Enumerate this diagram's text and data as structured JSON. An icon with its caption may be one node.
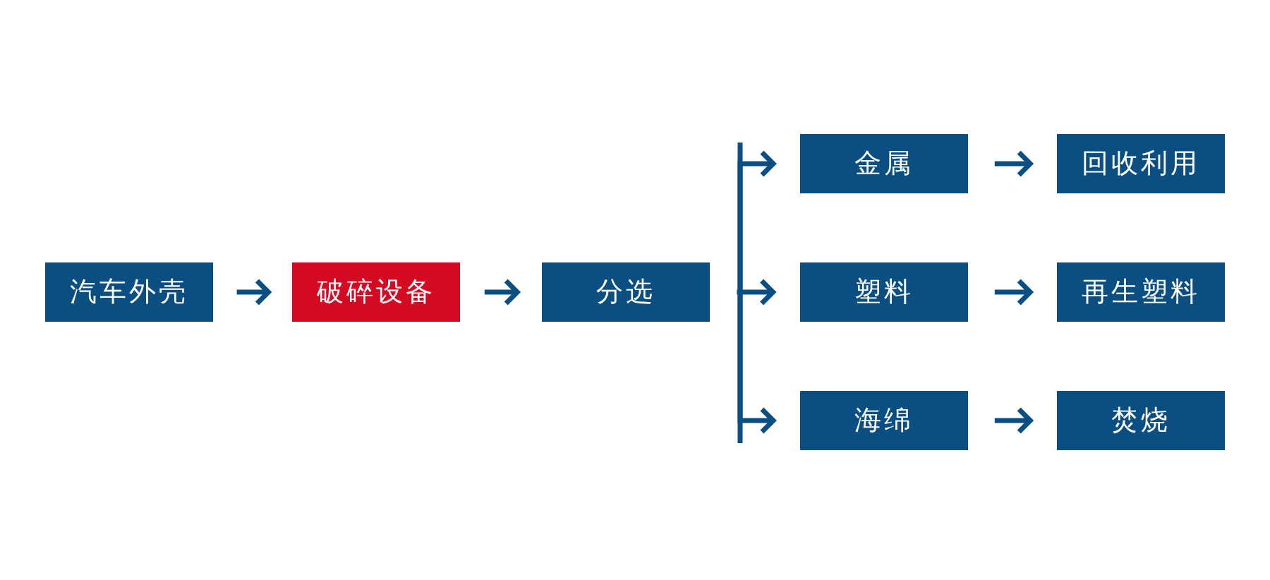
{
  "diagram": {
    "nodes": [
      {
        "text": [
          "汽车外壳"
        ]
      },
      {
        "text": [
          "破碎设备"
        ]
      },
      {
        "text": [
          "分选"
        ]
      },
      {
        "text": [
          "金属"
        ]
      },
      {
        "text": [
          "回收利用"
        ]
      },
      {
        "text": [
          "塑料"
        ]
      },
      {
        "text": [
          "再生塑料"
        ]
      },
      {
        "text": [
          "海绵"
        ]
      },
      {
        "text": [
          "焚烧"
        ]
      }
    ],
    "edges": [
      {
        "from": 0,
        "to": 1,
        "arrow": "to"
      },
      {
        "from": 1,
        "to": 2,
        "arrow": "to"
      },
      {
        "from": 2,
        "to": 3,
        "arrow": "to"
      },
      {
        "from": 2,
        "to": 5,
        "arrow": "to"
      },
      {
        "from": 2,
        "to": 7,
        "arrow": "to"
      },
      {
        "from": 3,
        "to": 4,
        "arrow": "to"
      },
      {
        "from": 5,
        "to": 6,
        "arrow": "to"
      },
      {
        "from": 7,
        "to": 8,
        "arrow": "to"
      }
    ]
  }
}
